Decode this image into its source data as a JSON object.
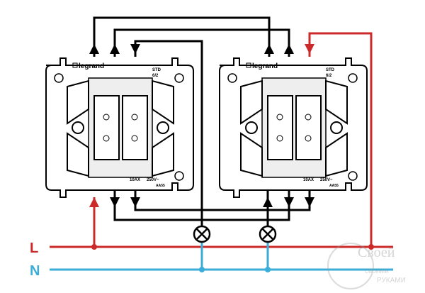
{
  "lines": {
    "L_label": "L",
    "N_label": "N"
  },
  "switches": [
    {
      "brand": "legrand",
      "model": "STD",
      "model_sub": "6/2",
      "rating": "10AX",
      "voltage": "250V~",
      "code": "AA55"
    },
    {
      "brand": "legrand",
      "model": "STD",
      "model_sub": "6/2",
      "rating": "10AX",
      "voltage": "250V~",
      "code": "AA55"
    }
  ],
  "watermark": {
    "line1": "Своей",
    "line2": "своими",
    "line3": "РУКАМИ"
  },
  "colors": {
    "phase": "#cc2a2a",
    "neutral": "#3aaed8",
    "wire": "#000000"
  }
}
